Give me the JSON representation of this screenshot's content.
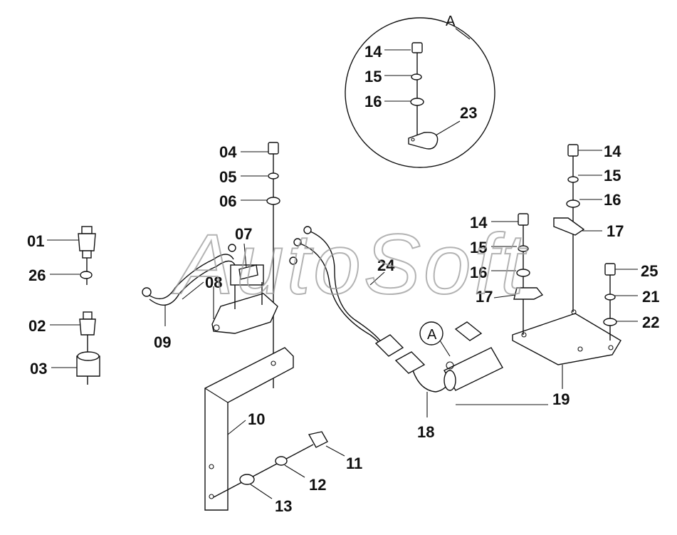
{
  "watermark": "AutoSoft",
  "detail_label": "A",
  "view_marker": "A",
  "callouts": [
    {
      "id": "01",
      "text": "01"
    },
    {
      "id": "26",
      "text": "26"
    },
    {
      "id": "02",
      "text": "02"
    },
    {
      "id": "03",
      "text": "03"
    },
    {
      "id": "04",
      "text": "04"
    },
    {
      "id": "05",
      "text": "05"
    },
    {
      "id": "06",
      "text": "06"
    },
    {
      "id": "07",
      "text": "07"
    },
    {
      "id": "08",
      "text": "08"
    },
    {
      "id": "09",
      "text": "09"
    },
    {
      "id": "10",
      "text": "10"
    },
    {
      "id": "11",
      "text": "11"
    },
    {
      "id": "12",
      "text": "12"
    },
    {
      "id": "13",
      "text": "13"
    },
    {
      "id": "24",
      "text": "24"
    },
    {
      "id": "18",
      "text": "18"
    },
    {
      "id": "14a",
      "text": "14"
    },
    {
      "id": "15a",
      "text": "15"
    },
    {
      "id": "16a",
      "text": "16"
    },
    {
      "id": "23",
      "text": "23"
    },
    {
      "id": "14b",
      "text": "14"
    },
    {
      "id": "15b",
      "text": "15"
    },
    {
      "id": "16b",
      "text": "16"
    },
    {
      "id": "17b",
      "text": "17"
    },
    {
      "id": "14c",
      "text": "14"
    },
    {
      "id": "15c",
      "text": "15"
    },
    {
      "id": "16c",
      "text": "16"
    },
    {
      "id": "17c",
      "text": "17"
    },
    {
      "id": "25",
      "text": "25"
    },
    {
      "id": "21",
      "text": "21"
    },
    {
      "id": "22",
      "text": "22"
    },
    {
      "id": "19",
      "text": "19"
    }
  ]
}
